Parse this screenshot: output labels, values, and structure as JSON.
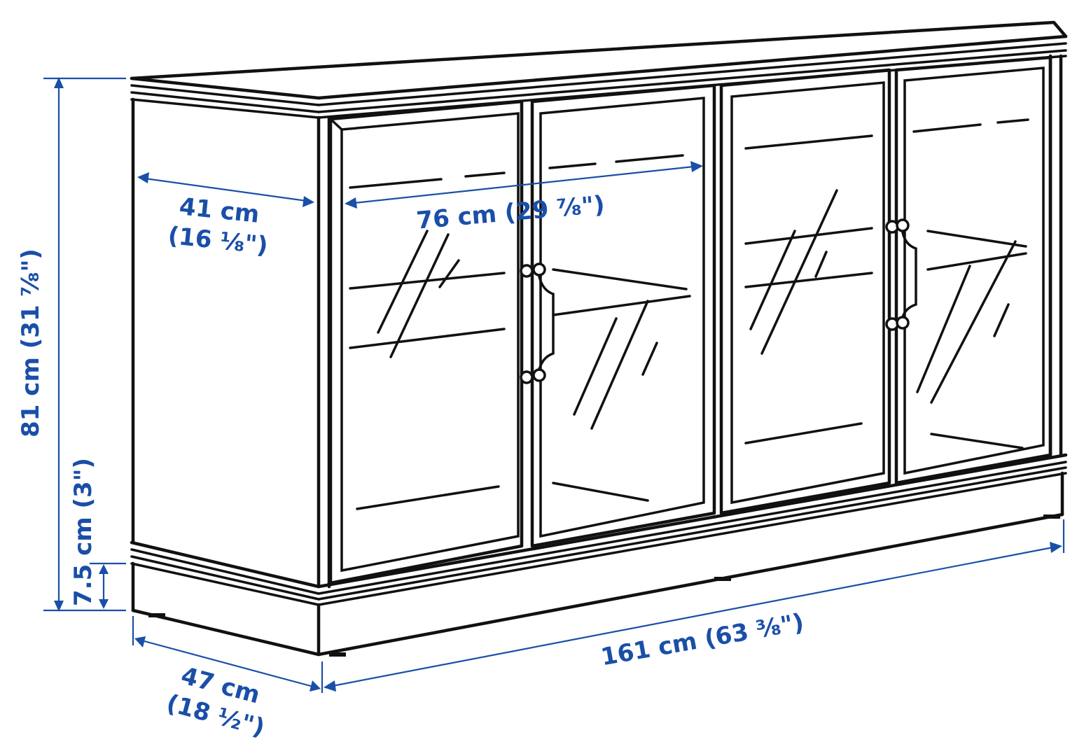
{
  "diagram": {
    "subject": "Sideboard with glass doors",
    "line_color": "#111111",
    "dimension_color": "#1a4fa8",
    "dimensions": {
      "inner_depth": {
        "metric": "41 cm",
        "imperial": "(16 ⅛\")"
      },
      "door_width": {
        "label": "76 cm (29 ⅞\")"
      },
      "height": {
        "label": "81 cm (31 ⅞\")"
      },
      "plinth_height": {
        "label": "7.5 cm (3\")"
      },
      "total_width": {
        "label": "161 cm (63 ⅜\")"
      },
      "total_depth": {
        "metric": "47 cm",
        "imperial": "(18 ½\")"
      }
    }
  }
}
